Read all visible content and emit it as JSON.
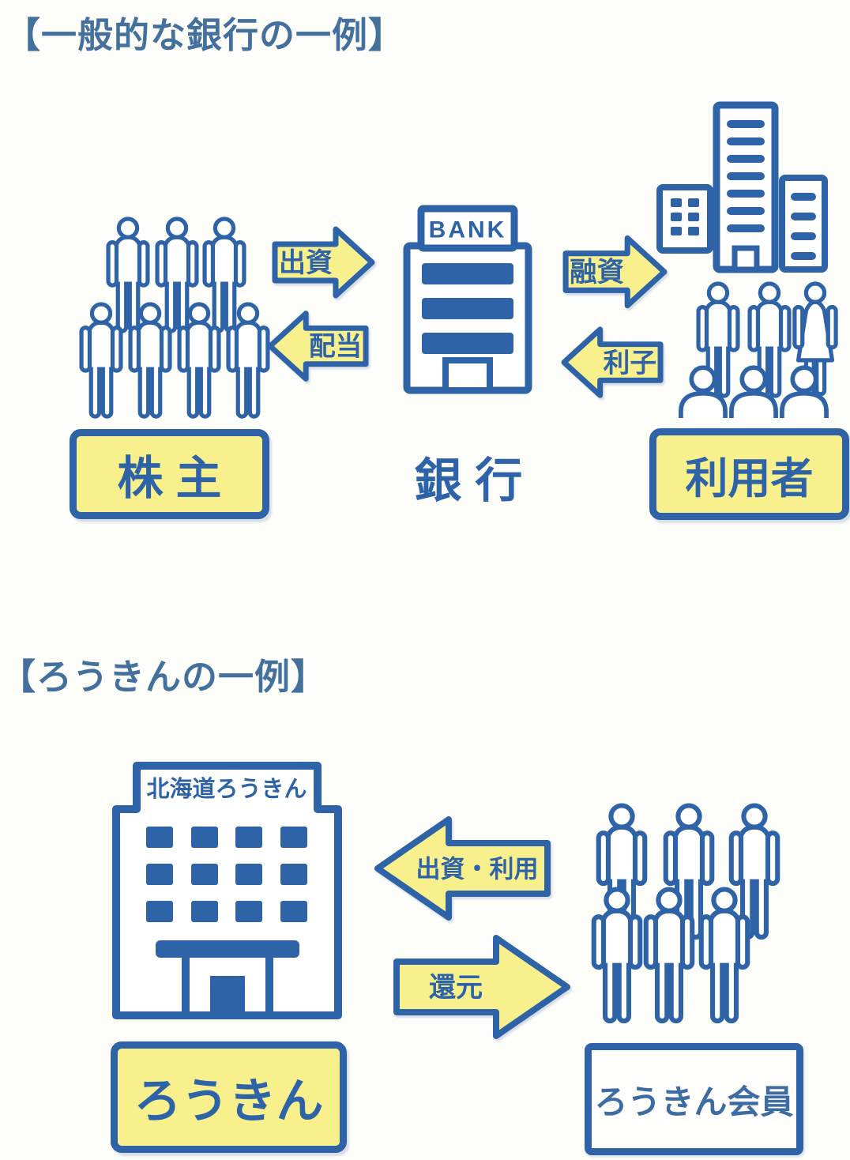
{
  "colors": {
    "line_blue": "#2e63a8",
    "title_blue": "#44709e",
    "fill_yellow": "#f7f08c",
    "background": "#fdfdfa"
  },
  "section1": {
    "title": "【一般的な銀行の一例】",
    "shareholders_label": "株 主",
    "bank_label": "銀 行",
    "users_label": "利用者",
    "bank_sign": "BANK",
    "arrow_invest": "出資",
    "arrow_dividend": "配当",
    "arrow_loan": "融資",
    "arrow_interest": "利子",
    "shareholders_count": 7,
    "users_people_count": 6,
    "users_buildings_count": 3
  },
  "section2": {
    "title": "【ろうきんの一例】",
    "building_sign": "北海道ろうきん",
    "rokin_label": "ろうきん",
    "members_label": "ろうきん会員",
    "arrow_invest_use": "出資・利用",
    "arrow_return": "還元",
    "members_count": 6
  },
  "icons": {
    "person": "person-icon",
    "female_person": "female-person-icon",
    "person_bust": "person-bust-icon",
    "bank_building": "bank-building-icon",
    "office_buildings": "office-buildings-icon",
    "rokin_building": "rokin-building-icon",
    "arrow_right": "arrow-right-icon",
    "arrow_left": "arrow-left-icon"
  }
}
